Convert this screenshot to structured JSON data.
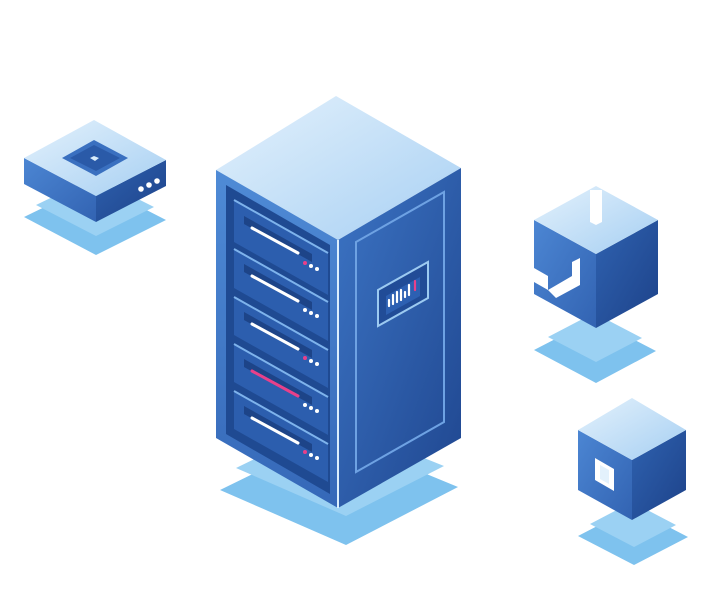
{
  "illustration": {
    "subjects": [
      "server-rack",
      "router-device",
      "cube-large",
      "cube-small"
    ],
    "drive_bay_count": 5,
    "highlighted_drive_bay": 4,
    "colors": {
      "platform": "#7ec2ee",
      "top_light": "#d8ecfb",
      "top_mid": "#a9d2f4",
      "side_mid": "#3f78c7",
      "side_dark": "#234d9c",
      "accent_line": "#e8408a",
      "indicator": "#ffffff"
    }
  }
}
